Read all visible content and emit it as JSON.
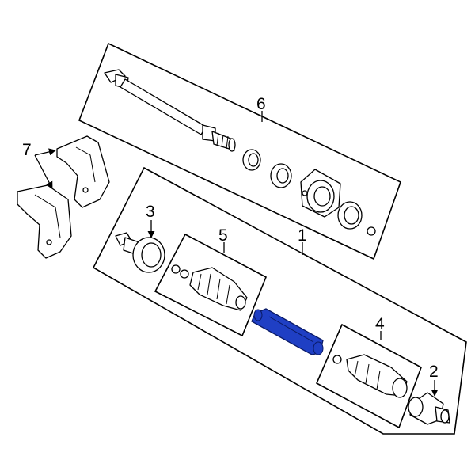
{
  "callouts": {
    "c1": "1",
    "c2": "2",
    "c3": "3",
    "c4": "4",
    "c5": "5",
    "c6": "6",
    "c7": "7"
  },
  "colors": {
    "highlight": "#1f3fc4",
    "line": "#000000",
    "background": "#ffffff"
  }
}
